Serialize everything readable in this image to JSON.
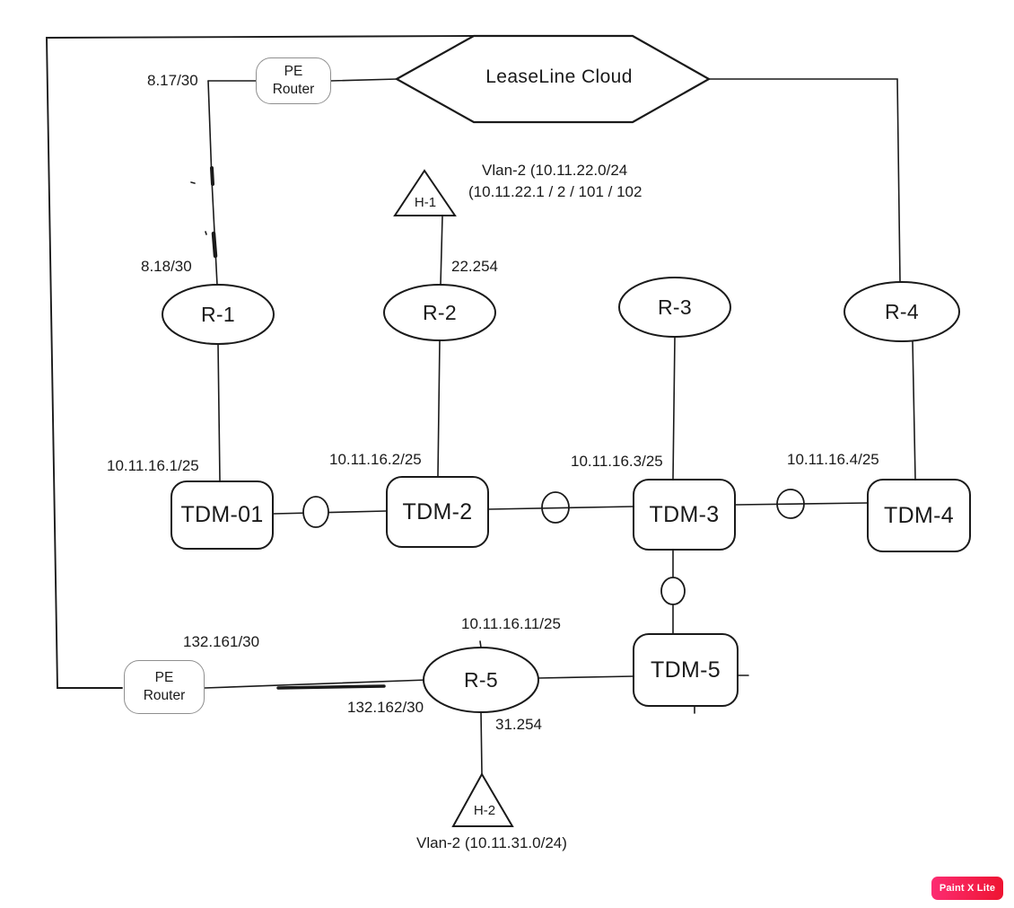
{
  "diagram": {
    "cloud_label": "LeaseLine Cloud",
    "pe_top": {
      "line1": "PE",
      "line2": "Router"
    },
    "pe_bottom": {
      "line1": "PE",
      "line2": "Router"
    },
    "routers": {
      "r1": "R-1",
      "r2": "R-2",
      "r3": "R-3",
      "r4": "R-4",
      "r5": "R-5"
    },
    "tdm": {
      "tdm1": "TDM-01",
      "tdm2": "TDM-2",
      "tdm3": "TDM-3",
      "tdm4": "TDM-4",
      "tdm5": "TDM-5"
    },
    "hosts": {
      "h1": "H-1",
      "h2": "H-2"
    },
    "ip_labels": {
      "pe_top_wan": "8.17/30",
      "r1_wan": "8.18/30",
      "vlan22_line1": "Vlan-2 (10.11.22.0/24",
      "vlan22_line2": "(10.11.22.1 / 2 / 101 / 102",
      "r2_lan": "22.254",
      "tdm1_ip": "10.11.16.1/25",
      "tdm2_ip": "10.11.16.2/25",
      "tdm3_ip": "10.11.16.3/25",
      "tdm4_ip": "10.11.16.4/25",
      "r5_ip": "10.11.16.11/25",
      "pe_bottom_wan": "132.161/30",
      "r5_wan": "132.162/30",
      "r5_lan": "31.254",
      "vlan31": "Vlan-2 (10.11.31.0/24)"
    },
    "line_color": "#1a1a1a"
  },
  "watermark": {
    "label": "Paint X Lite",
    "gradient_start": "#fc2c72",
    "gradient_end": "#ee1431"
  }
}
